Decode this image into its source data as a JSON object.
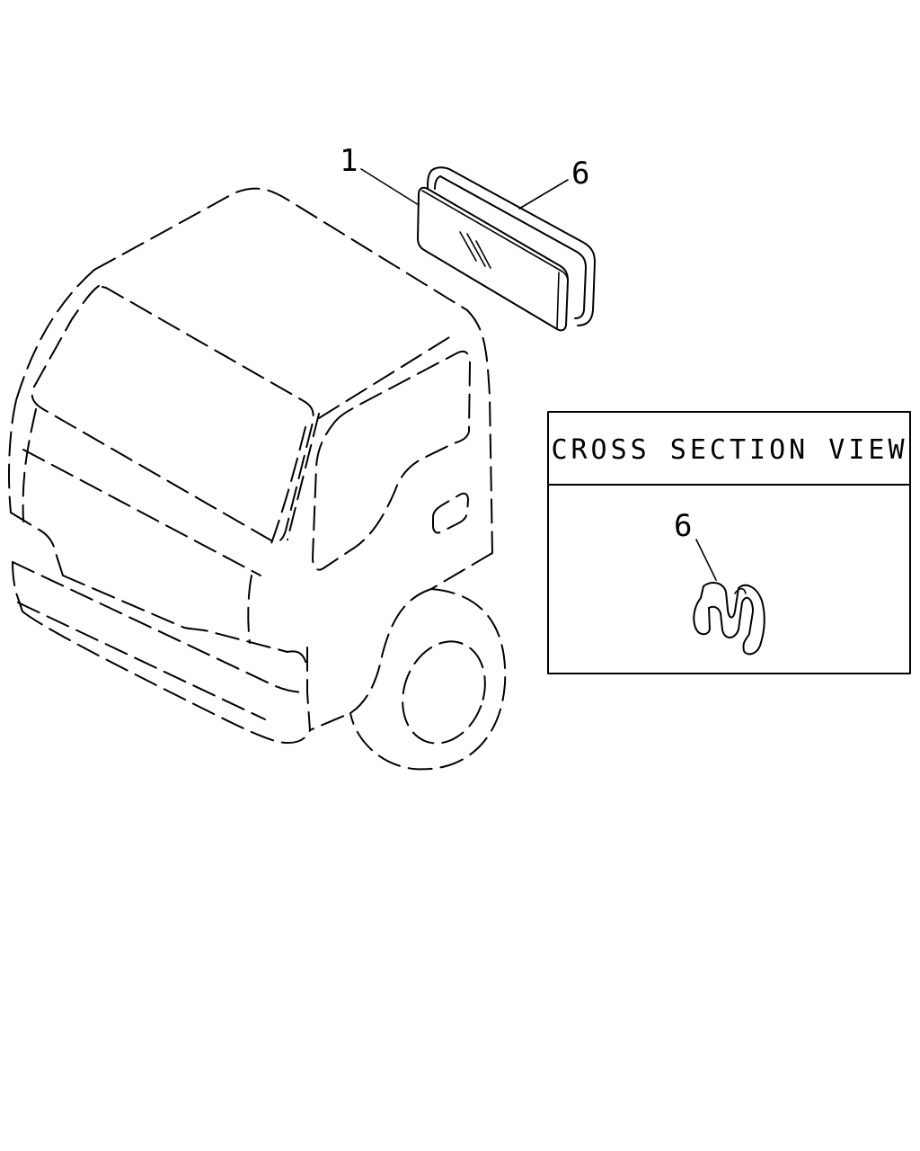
{
  "diagram": {
    "callouts": {
      "glass": "1",
      "weatherstrip": "6",
      "section_part": "6"
    },
    "cross_section": {
      "title": "CROSS SECTION VIEW"
    }
  }
}
